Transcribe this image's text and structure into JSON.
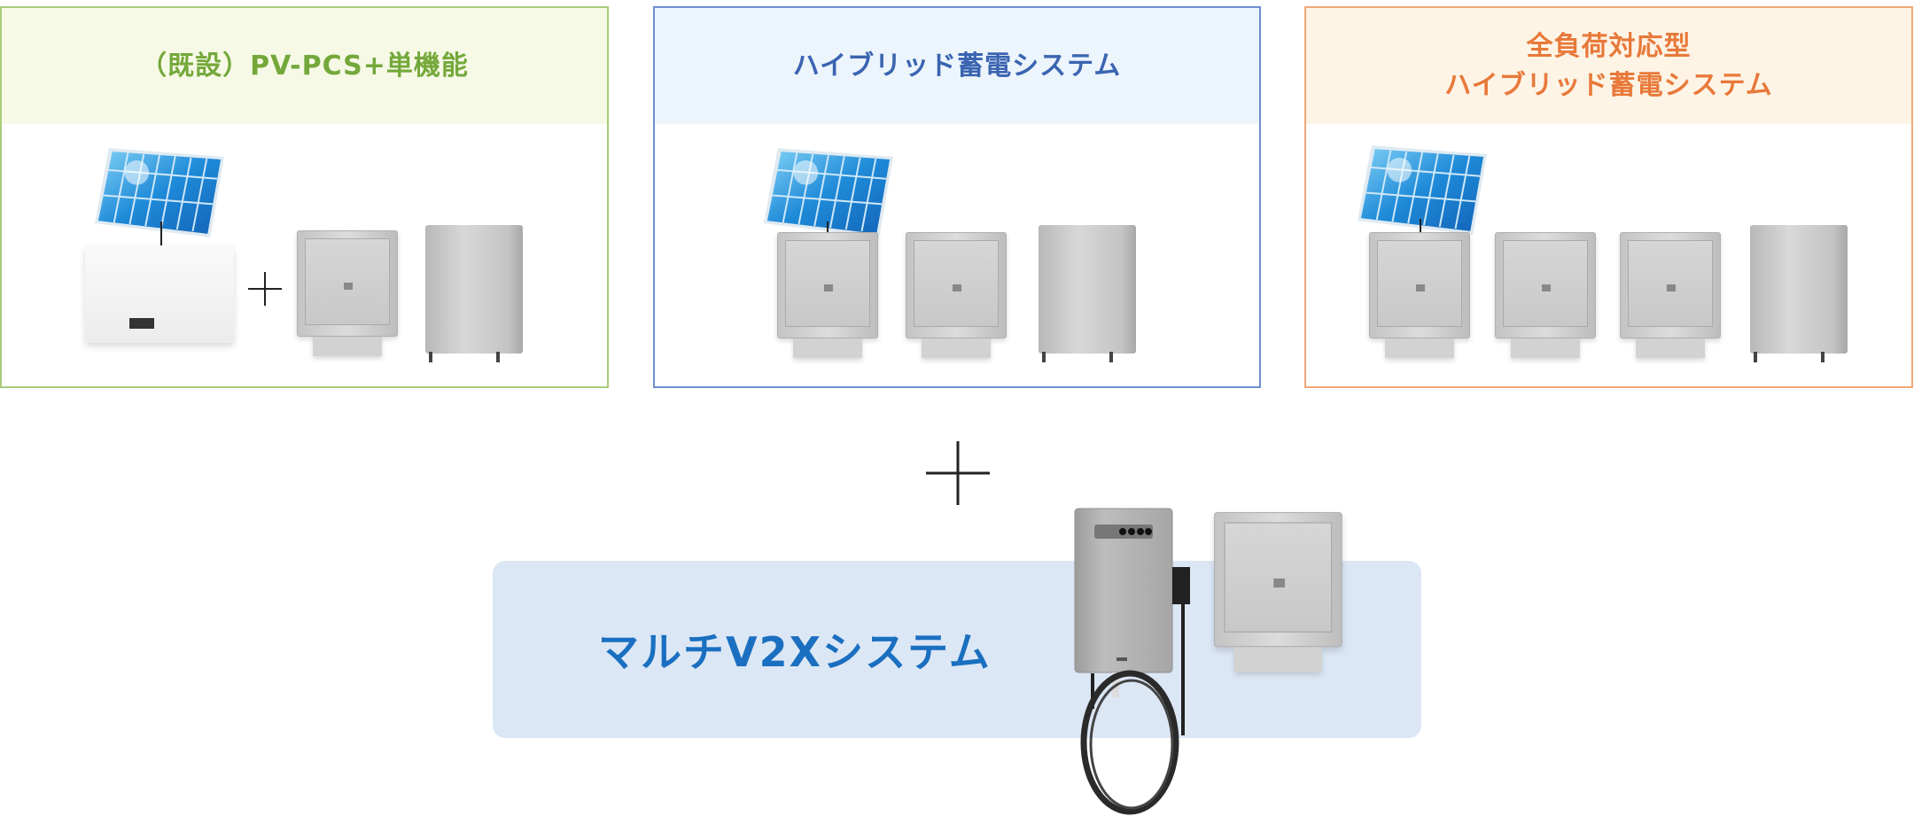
{
  "cards": [
    {
      "title_lines": [
        "（既設）PV-PCS+単機能"
      ],
      "color": "#74a83a"
    },
    {
      "title_lines": [
        "ハイブリッド蓄電システム"
      ],
      "color": "#3a64b0"
    },
    {
      "title_lines": [
        "全負荷対応型",
        "ハイブリッド蓄電システム"
      ],
      "color": "#e8793a"
    }
  ],
  "plus_symbol": "+",
  "v2x": {
    "title": "マルチV2Xシステム",
    "color": "#1a6fc0"
  },
  "icons": [
    "solar-panel-icon",
    "power-conditioner-icon",
    "storage-battery-icon",
    "hot-water-tank-icon",
    "v2x-charger-icon",
    "plus-icon"
  ]
}
